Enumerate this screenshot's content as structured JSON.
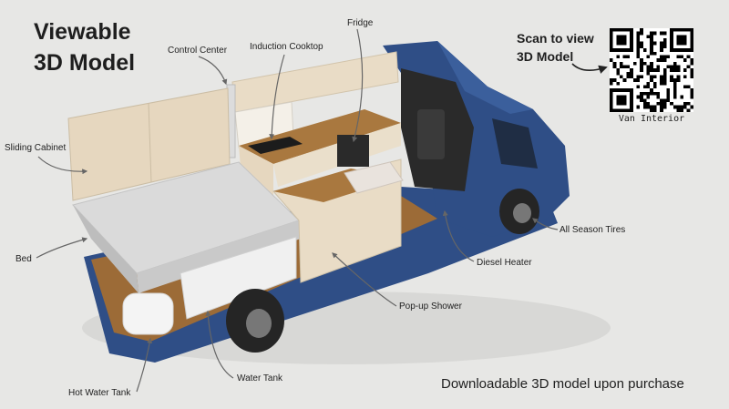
{
  "title": "Viewable\n3D Model",
  "qr_prompt": "Scan to view\n3D Model",
  "qr_caption": "Van Interior",
  "footer": "Downloadable 3D model upon purchase",
  "labels": {
    "control_center": "Control Center",
    "induction_cooktop": "Induction Cooktop",
    "fridge": "Fridge",
    "sliding_cabinet": "Sliding Cabinet",
    "bed": "Bed",
    "all_season_tires": "All Season Tires",
    "diesel_heater": "Diesel Heater",
    "pop_up_shower": "Pop-up Shower",
    "water_tank": "Water Tank",
    "hot_water_tank": "Hot Water Tank"
  },
  "colors": {
    "background": "#e7e7e5",
    "van_body": "#2f4e86",
    "cabinet": "#e9dcc6",
    "wood": "#a9783f",
    "bed_top": "#dadada"
  }
}
